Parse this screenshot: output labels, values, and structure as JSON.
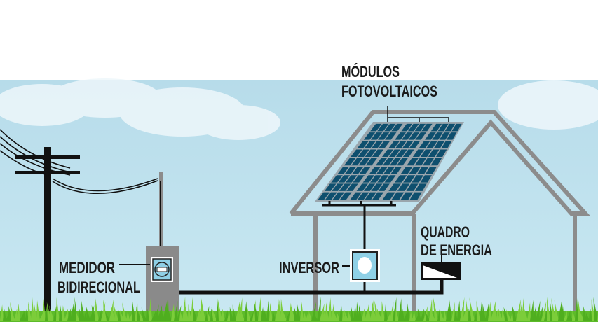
{
  "labels": {
    "modules_line1": "MÓDULOS",
    "modules_line2": "FOTOVOLTAICOS",
    "meter_line1": "MEDIDOR",
    "meter_line2": "BIDIRECIONAL",
    "inverter": "INVERSOR",
    "panel_line1": "QUADRO",
    "panel_line2": "DE ENERGIA"
  },
  "colors": {
    "sky": "#bfe2ef",
    "frame": "#8c8c8c",
    "solar_cell": "#0e4f6e",
    "grass": "#5dbb2a",
    "cable": "#111111"
  }
}
